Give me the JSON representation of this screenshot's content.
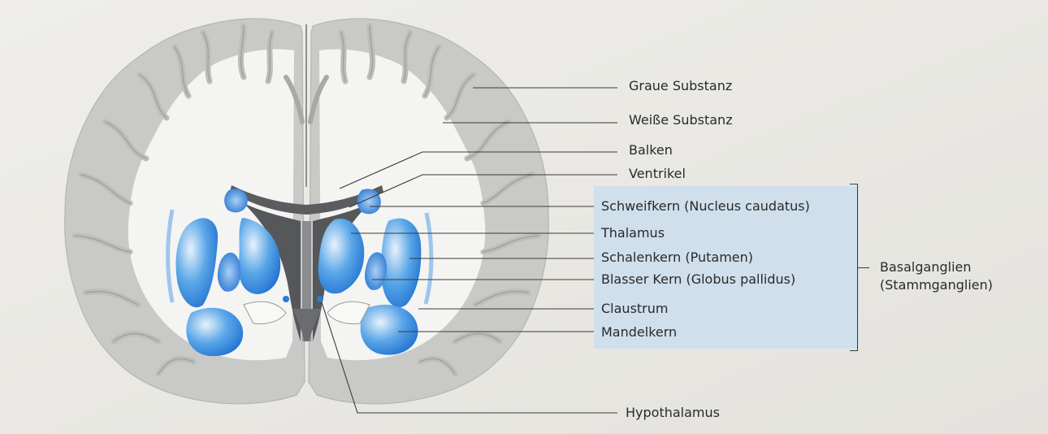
{
  "labels": {
    "graue_substanz": "Graue Substanz",
    "weisse_substanz": "Weiße Substanz",
    "balken": "Balken",
    "ventrikel": "Ventrikel",
    "schweifkern": "Schweifkern (Nucleus caudatus)",
    "thalamus": "Thalamus",
    "schalenkern": "Schalenkern (Putamen)",
    "blasser_kern": "Blasser Kern (Globus pallidus)",
    "claustrum": "Claustrum",
    "mandelkern": "Mandelkern",
    "hypothalamus": "Hypothalamus"
  },
  "group": {
    "line1": "Basalganglien",
    "line2": "(Stammganglien)"
  },
  "colors": {
    "background": "#ecebe6",
    "gray_matter": "#c9c9c7",
    "white_matter": "#f4f4f2",
    "ganglia_blue": "#1f78d6",
    "box_fill": "#cfe0ec",
    "ventricle": "#55575a"
  }
}
